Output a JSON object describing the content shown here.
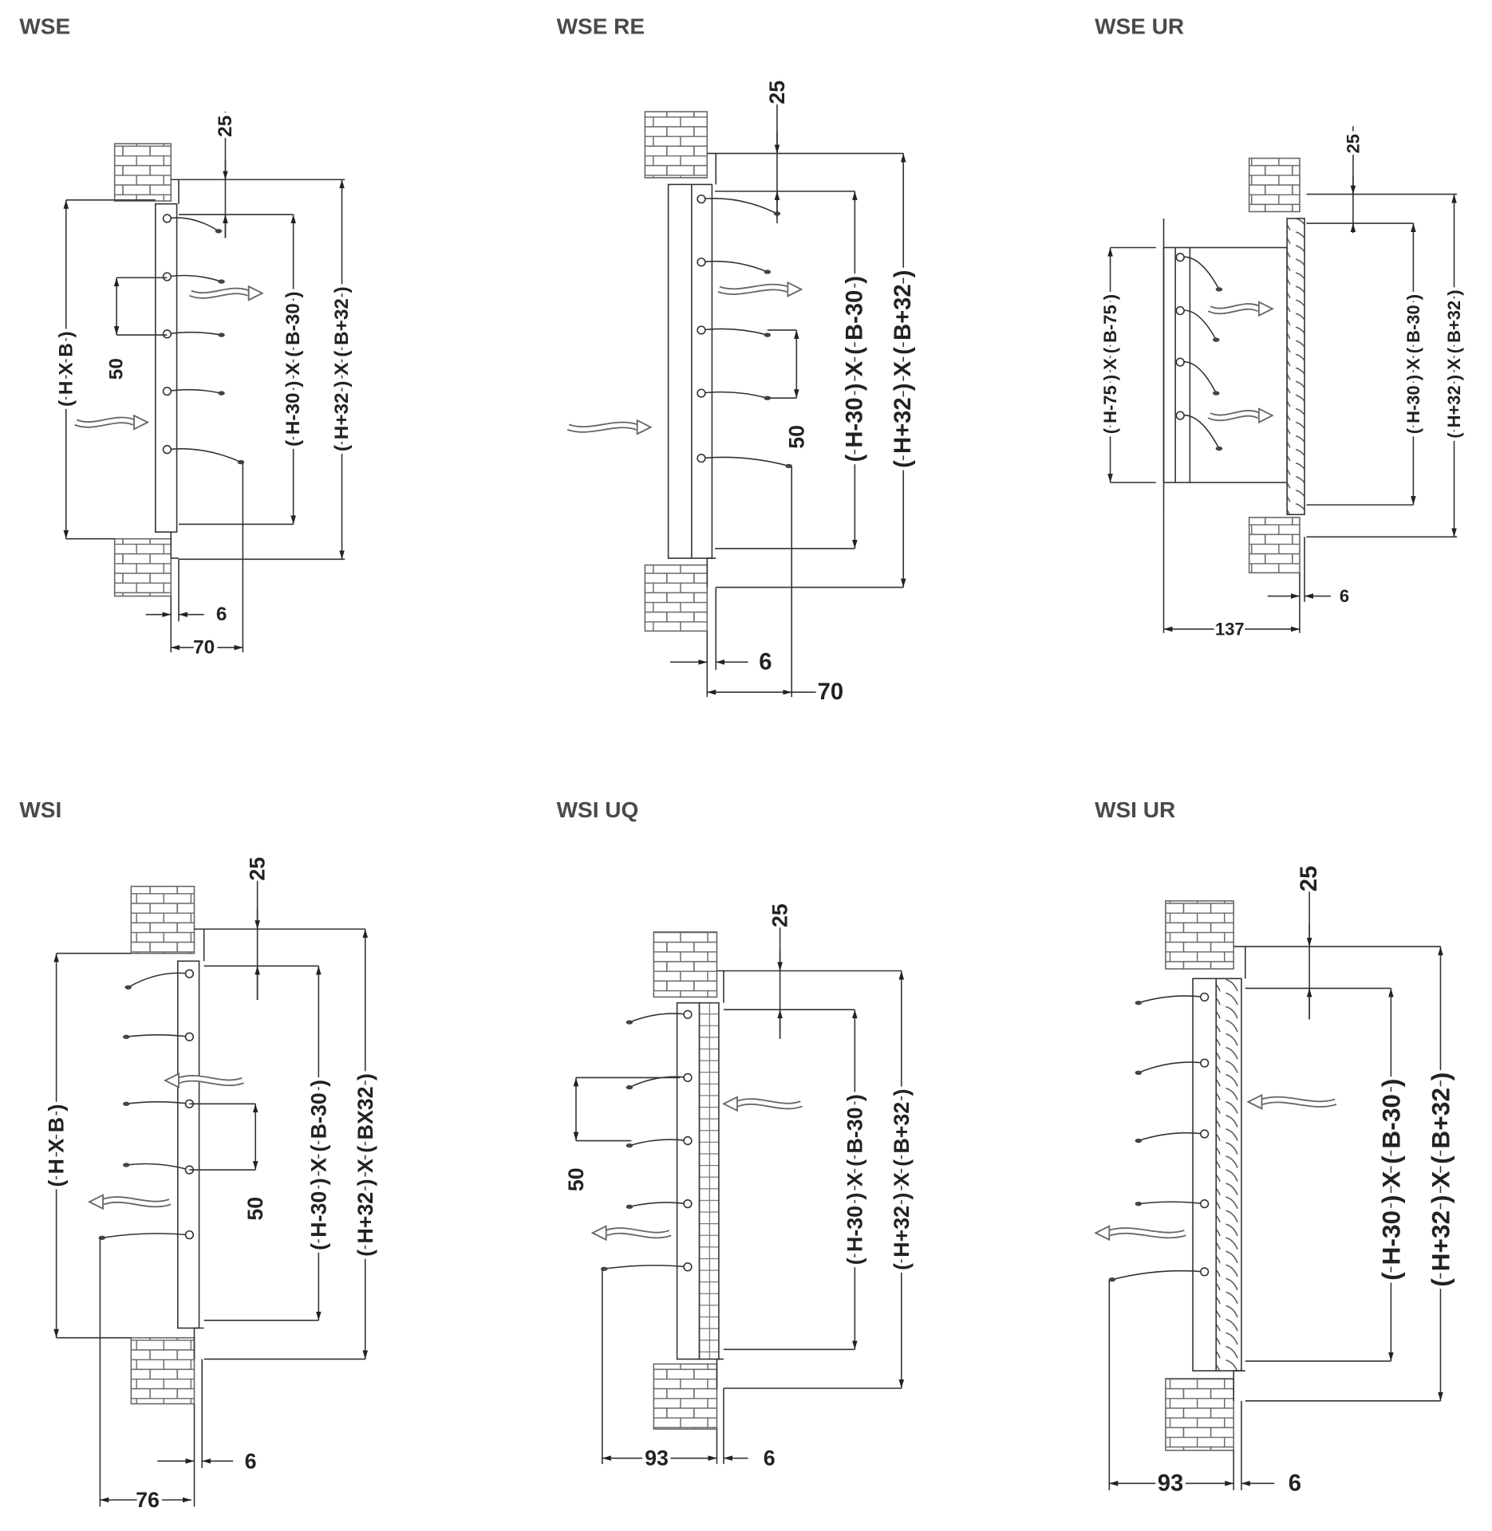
{
  "panels": [
    {
      "title": "WSE",
      "labels": [
        "25",
        "( H X B )",
        "50",
        "( H-30 ) X ( B-30 )",
        "( H+32 ) X ( B+32 )",
        "6",
        "70"
      ]
    },
    {
      "title": "WSE RE",
      "labels": [
        "25",
        "50",
        "( H-30 ) X ( B-30 )",
        "( H+32 ) X ( B+32 )",
        "6",
        "70"
      ]
    },
    {
      "title": "WSE UR",
      "labels": [
        "25",
        "( H-75 ) X ( B-75 )",
        "( H-30 ) X ( B-30 )",
        "( H+32 ) X ( B+32 )",
        "6",
        "137"
      ]
    },
    {
      "title": "WSI",
      "labels": [
        "25",
        "( H X B )",
        "50",
        "( H-30 ) X ( B-30 )",
        "( H+32 ) X ( BX32 )",
        "6",
        "76"
      ]
    },
    {
      "title": "WSI UQ",
      "labels": [
        "25",
        "50",
        "( H-30 ) X ( B-30 )",
        "( H+32 ) X ( B+32 )",
        "93",
        "6"
      ]
    },
    {
      "title": "WSI UR",
      "labels": [
        "25",
        "( H-30 ) X ( B-30 )",
        "( H+32 ) X ( B+32 )",
        "93",
        "6"
      ]
    }
  ]
}
